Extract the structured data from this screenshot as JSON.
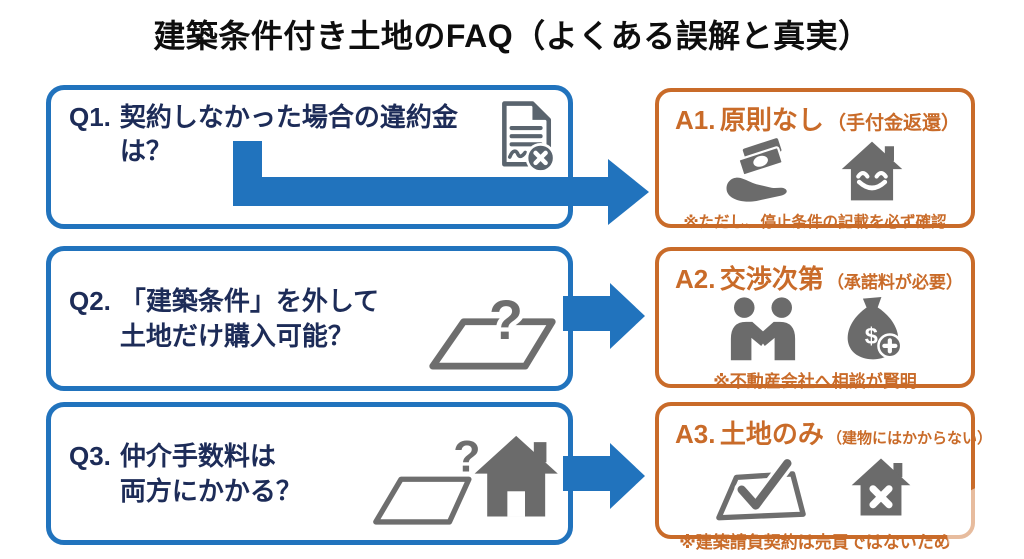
{
  "title": "建築条件付き土地のFAQ（よくある誤解と真実）",
  "rows": [
    {
      "q_id": "Q1.",
      "q_line1": "契約しなかった場合の違約金は？",
      "q_line2": "",
      "a_id": "A1.",
      "a_main": "原則なし",
      "a_sub": "（手付金返還）",
      "a_note": "※ただし、停止条件の記載を必ず確認"
    },
    {
      "q_id": "Q2.",
      "q_line1": "「建築条件」を外して",
      "q_line2": "土地だけ購入可能？",
      "a_id": "A2.",
      "a_main": "交渉次第",
      "a_sub": "（承諾料が必要）",
      "a_note": "※不動産会社へ相談が賢明"
    },
    {
      "q_id": "Q3.",
      "q_line1": "仲介手数料は",
      "q_line2": "両方にかかる？",
      "a_id": "A3.",
      "a_main": "土地のみ",
      "a_sub": "（建物にはかからない）",
      "a_note": "※建築請負契約は売買ではないため"
    }
  ],
  "glyphs": {
    "question": "?",
    "dollar": "$"
  },
  "icons": [
    "contract-cancelled-icon",
    "money-hand-icon",
    "smiling-house-icon",
    "land-question-icon",
    "handshake-icon",
    "money-bag-plus-icon",
    "land-and-house-question-icon",
    "land-check-icon",
    "house-x-icon",
    "right-arrow",
    "l-shaped-arrow"
  ],
  "colors": {
    "accent_blue": "#2173bd",
    "question_navy": "#1d2c58",
    "answer_orange": "#c96b29",
    "icon_gray": "#6b6b6b",
    "document_slate": "#5a646e",
    "title_black": "#0e0e0e"
  }
}
